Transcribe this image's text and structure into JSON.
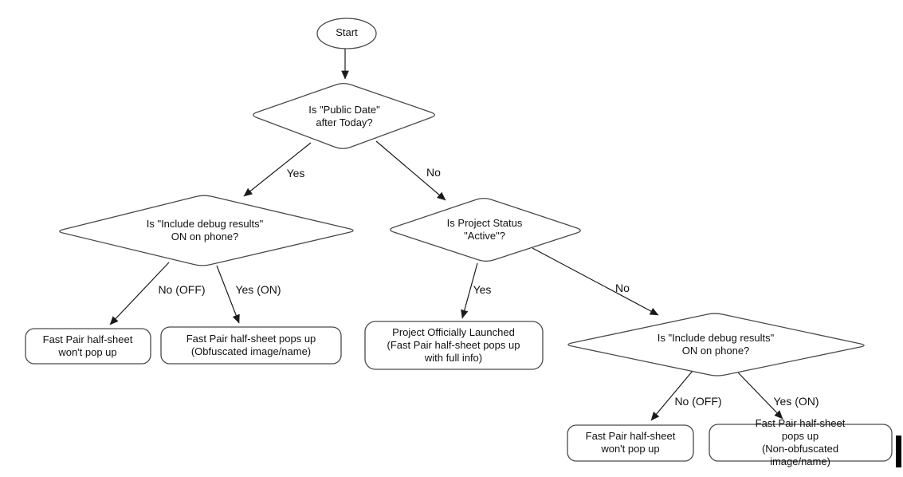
{
  "diagram": {
    "type": "flowchart",
    "background_color": "#ffffff",
    "line_color": "#1a1a1a",
    "shape_stroke_color": "#4a4a4a",
    "nodes": {
      "start": {
        "shape": "terminal-oval",
        "label": "Start"
      },
      "decision_public_date": {
        "shape": "decision-diamond",
        "label": "Is \"Public Date\"\nafter Today?"
      },
      "decision_debug_left": {
        "shape": "decision-diamond",
        "label": "Is \"Include debug results\"\nON on phone?"
      },
      "decision_project_status": {
        "shape": "decision-diamond",
        "label": "Is Project Status\n\"Active\"?"
      },
      "decision_debug_right": {
        "shape": "decision-diamond",
        "label": "Is \"Include debug results\"\nON on phone?"
      },
      "result_no_popup_left": {
        "shape": "rounded-rect",
        "label": "Fast Pair half-sheet\nwon't pop up"
      },
      "result_obfuscated": {
        "shape": "rounded-rect",
        "label": "Fast Pair half-sheet pops up\n(Obfuscated image/name)"
      },
      "result_launched": {
        "shape": "rounded-rect",
        "label": "Project Officially Launched\n(Fast Pair half-sheet pops up\nwith full info)"
      },
      "result_no_popup_right": {
        "shape": "rounded-rect",
        "label": "Fast Pair half-sheet\nwon't pop up"
      },
      "result_non_obfuscated": {
        "shape": "rounded-rect",
        "label": "Fast Pair half-sheet pops up\n(Non-obfuscated image/name)"
      }
    },
    "edge_labels": {
      "public_date_yes": "Yes",
      "public_date_no": "No",
      "debug_left_no": "No (OFF)",
      "debug_left_yes": "Yes (ON)",
      "project_status_yes": "Yes",
      "project_status_no": "No",
      "debug_right_no": "No (OFF)",
      "debug_right_yes": "Yes (ON)"
    }
  }
}
